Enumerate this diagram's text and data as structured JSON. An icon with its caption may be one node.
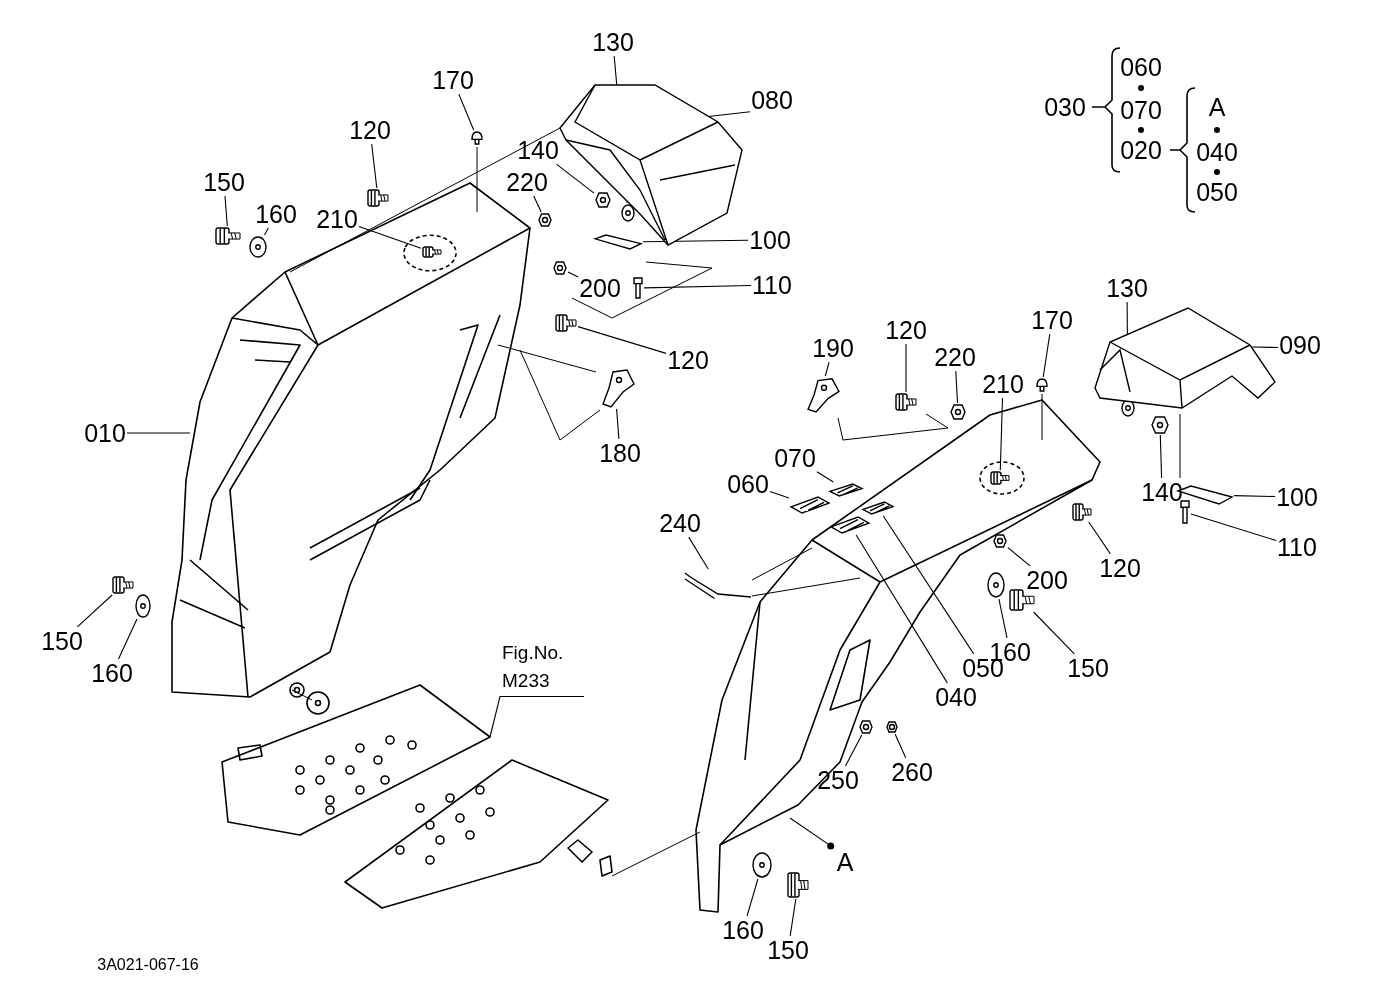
{
  "diagram": {
    "nodes": [
      {
        "text": [
          "130"
        ]
      },
      {
        "text": [
          "170"
        ]
      },
      {
        "text": [
          "080"
        ]
      },
      {
        "text": [
          "120"
        ]
      },
      {
        "text": [
          "140"
        ]
      },
      {
        "text": [
          "220"
        ]
      },
      {
        "text": [
          "150"
        ]
      },
      {
        "text": [
          "160"
        ]
      },
      {
        "text": [
          "210"
        ]
      },
      {
        "text": [
          "100"
        ]
      },
      {
        "text": [
          "200"
        ]
      },
      {
        "text": [
          "110"
        ]
      },
      {
        "text": [
          "120"
        ]
      },
      {
        "text": [
          "010"
        ]
      },
      {
        "text": [
          "180"
        ]
      },
      {
        "text": [
          "130"
        ]
      },
      {
        "text": [
          "090"
        ]
      },
      {
        "text": [
          "120"
        ]
      },
      {
        "text": [
          "170"
        ]
      },
      {
        "text": [
          "190"
        ]
      },
      {
        "text": [
          "220"
        ]
      },
      {
        "text": [
          "210"
        ]
      },
      {
        "text": [
          "070"
        ]
      },
      {
        "text": [
          "060"
        ]
      },
      {
        "text": [
          "140"
        ]
      },
      {
        "text": [
          "100"
        ]
      },
      {
        "text": [
          "240"
        ]
      },
      {
        "text": [
          "110"
        ]
      },
      {
        "text": [
          "120"
        ]
      },
      {
        "text": [
          "200"
        ]
      },
      {
        "text": [
          "150"
        ]
      },
      {
        "text": [
          "160"
        ]
      },
      {
        "text": [
          "Fig.No. M233"
        ]
      },
      {
        "text": [
          "050"
        ]
      },
      {
        "text": [
          "160"
        ]
      },
      {
        "text": [
          "150"
        ]
      },
      {
        "text": [
          "040"
        ]
      },
      {
        "text": [
          "250"
        ]
      },
      {
        "text": [
          "260"
        ]
      },
      {
        "text": [
          "A"
        ]
      },
      {
        "text": [
          "160"
        ]
      },
      {
        "text": [
          "150"
        ]
      },
      {
        "text": [],
        "shape": "picture"
      },
      {
        "text": [],
        "shape": "picture"
      },
      {
        "text": [],
        "shape": "picture"
      },
      {
        "text": [],
        "shape": "picture"
      },
      {
        "text": [],
        "shape": "picture"
      },
      {
        "text": [],
        "shape": "picture"
      },
      {
        "text": [],
        "shape": "picture"
      },
      {
        "text": [],
        "shape": "picture"
      },
      {
        "text": [],
        "shape": "picture"
      },
      {
        "text": [],
        "shape": "picture"
      },
      {
        "text": [],
        "shape": "picture"
      },
      {
        "text": [],
        "shape": "picture"
      },
      {
        "text": [],
        "shape": "picture"
      },
      {
        "text": [],
        "shape": "picture"
      },
      {
        "text": [],
        "shape": "picture"
      },
      {
        "text": [],
        "shape": "picture"
      },
      {
        "text": [],
        "shape": "picture"
      },
      {
        "text": [],
        "shape": "picture"
      },
      {
        "text": [],
        "shape": "picture"
      },
      {
        "text": [],
        "shape": "picture"
      },
      {
        "text": [],
        "shape": "picture"
      },
      {
        "text": [],
        "shape": "picture"
      },
      {
        "text": [],
        "shape": "picture"
      },
      {
        "text": [],
        "shape": "picture"
      },
      {
        "text": [],
        "shape": "picture"
      },
      {
        "text": [],
        "shape": "picture"
      },
      {
        "text": [],
        "shape": "picture"
      },
      {
        "text": [],
        "shape": "picture"
      },
      {
        "text": [],
        "shape": "picture"
      },
      {
        "text": [],
        "shape": "picture"
      },
      {
        "text": [],
        "shape": "picture"
      },
      {
        "text": [],
        "shape": "picture"
      },
      {
        "text": [],
        "shape": "picture"
      },
      {
        "text": [],
        "shape": "picture"
      },
      {
        "text": [],
        "shape": "picture"
      },
      {
        "text": [],
        "shape": "picture"
      },
      {
        "text": [],
        "shape": "picture"
      },
      {
        "text": [],
        "shape": "picture"
      },
      {
        "text": [],
        "shape": "picture"
      }
    ],
    "edges": [
      {
        "from": 0,
        "to": 42,
        "arrow": "none"
      },
      {
        "from": 1,
        "to": 43,
        "arrow": "none"
      },
      {
        "from": 2,
        "to": 79,
        "arrow": "none"
      },
      {
        "from": 3,
        "to": 44,
        "arrow": "none"
      },
      {
        "from": 4,
        "to": 45,
        "arrow": "none"
      },
      {
        "from": 5,
        "to": 46,
        "arrow": "none"
      },
      {
        "from": 6,
        "to": 47,
        "arrow": "none"
      },
      {
        "from": 7,
        "to": 48,
        "arrow": "none"
      },
      {
        "from": 8,
        "to": 49,
        "arrow": "none"
      },
      {
        "from": 9,
        "to": 50,
        "arrow": "none"
      },
      {
        "from": 10,
        "to": 51,
        "arrow": "none"
      },
      {
        "from": 11,
        "to": 52,
        "arrow": "none"
      },
      {
        "from": 12,
        "to": 53,
        "arrow": "none"
      },
      {
        "from": 13,
        "to": null,
        "arrow": "none"
      },
      {
        "from": 14,
        "to": 54,
        "arrow": "none"
      },
      {
        "from": 15,
        "to": 55,
        "arrow": "none"
      },
      {
        "from": 16,
        "to": 80,
        "arrow": "none"
      },
      {
        "from": 17,
        "to": 56,
        "arrow": "none"
      },
      {
        "from": 18,
        "to": 57,
        "arrow": "none"
      },
      {
        "from": 19,
        "to": 58,
        "arrow": "none"
      },
      {
        "from": 20,
        "to": 59,
        "arrow": "none"
      },
      {
        "from": 21,
        "to": 60,
        "arrow": "none"
      },
      {
        "from": 22,
        "to": 61,
        "arrow": "none"
      },
      {
        "from": 23,
        "to": 62,
        "arrow": "none"
      },
      {
        "from": 24,
        "to": 63,
        "arrow": "none"
      },
      {
        "from": 25,
        "to": 64,
        "arrow": "none"
      },
      {
        "from": 26,
        "to": 65,
        "arrow": "none"
      },
      {
        "from": 27,
        "to": 66,
        "arrow": "none"
      },
      {
        "from": 28,
        "to": 67,
        "arrow": "none"
      },
      {
        "from": 29,
        "to": 68,
        "arrow": "none"
      },
      {
        "from": 30,
        "to": 69,
        "arrow": "none"
      },
      {
        "from": 31,
        "to": 70,
        "arrow": "none"
      },
      {
        "from": 32,
        "to": null,
        "arrow": "none"
      },
      {
        "from": 33,
        "to": 71,
        "arrow": "none"
      },
      {
        "from": 34,
        "to": 72,
        "arrow": "none"
      },
      {
        "from": 35,
        "to": 73,
        "arrow": "none"
      },
      {
        "from": 36,
        "to": 74,
        "arrow": "none"
      },
      {
        "from": 37,
        "to": 75,
        "arrow": "none"
      },
      {
        "from": 38,
        "to": 76,
        "arrow": "none"
      },
      {
        "from": 39,
        "to": null,
        "arrow": "other"
      },
      {
        "from": 40,
        "to": 77,
        "arrow": "none"
      },
      {
        "from": 41,
        "to": 78,
        "arrow": "none"
      }
    ],
    "labels": [
      "060",
      "030",
      "070",
      "A",
      "020",
      "040",
      "050",
      "3A021-067-16"
    ]
  }
}
